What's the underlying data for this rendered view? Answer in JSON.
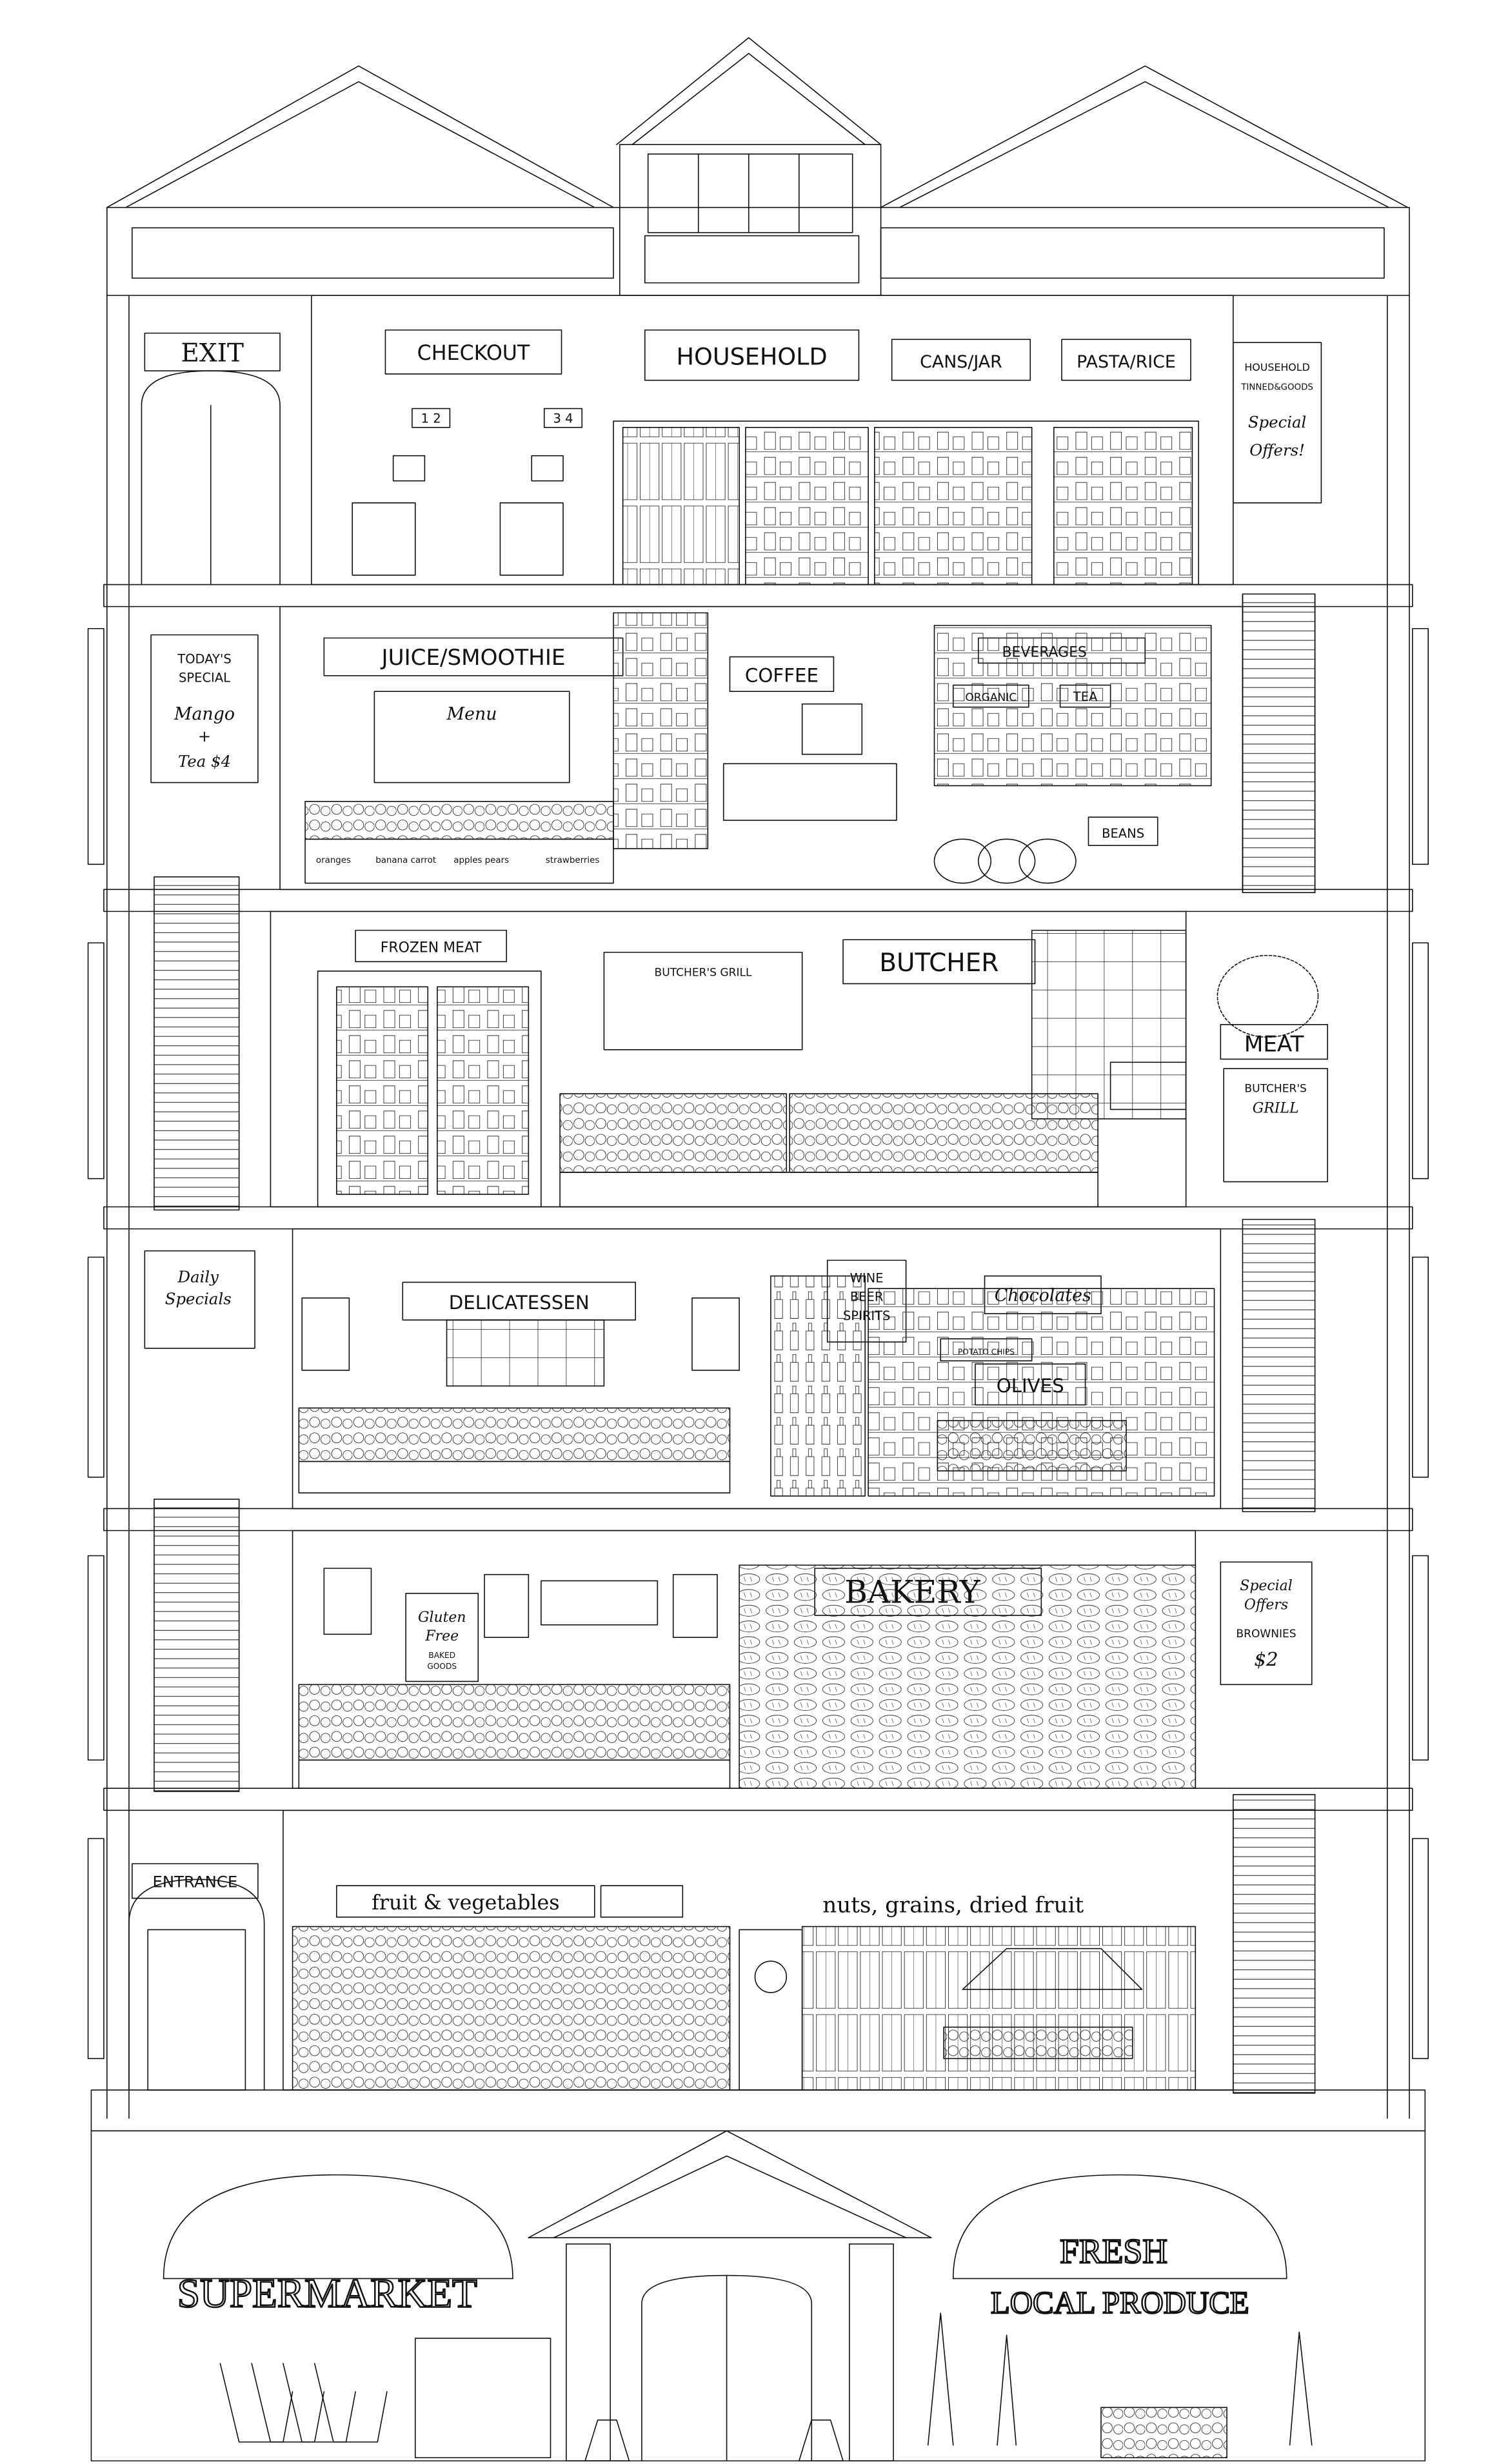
{
  "colors": {
    "ink": "#111111",
    "paper": "#ffffff"
  },
  "floor6": {
    "exit": "EXIT",
    "checkout": "CHECKOUT",
    "household": "HOUSEHOLD",
    "cans_jar": "CANS/JAR",
    "pasta_rice": "PASTA/RICE",
    "register_a": "1 2",
    "register_b": "3 4",
    "poster": [
      "HOUSEHOLD",
      "TINNED&GOODS",
      "Special",
      "Offers!"
    ]
  },
  "floor5": {
    "todays_special": [
      "TODAY'S",
      "SPECIAL",
      "Mango",
      "+",
      "Tea $4"
    ],
    "juice": "JUICE/SMOOTHIE",
    "menu": "Menu",
    "coffee": "COFFEE",
    "beverages": "BEVERAGES",
    "organic": "ORGANIC",
    "tea": "TEA",
    "beans": "BEANS",
    "produce_labels": [
      "oranges",
      "banana carrot",
      "apples pears",
      "strawberries"
    ]
  },
  "floor4": {
    "frozen_meat": "FROZEN MEAT",
    "butchers_grill_menu": "BUTCHER'S GRILL",
    "butcher": "BUTCHER",
    "meat": "MEAT",
    "butchers_grill_poster": [
      "BUTCHER'S",
      "GRILL"
    ]
  },
  "floor3": {
    "daily_specials": [
      "Daily",
      "Specials"
    ],
    "delicatessen": "DELICATESSEN",
    "wine": [
      "WINE",
      "BEER",
      "SPIRITS"
    ],
    "chocolates": "Chocolates",
    "potato_chips": "POTATO CHIPS",
    "olives": "OLIVES"
  },
  "floor2": {
    "gluten_free": [
      "Gluten",
      "Free",
      "BAKED",
      "GOODS"
    ],
    "bakery": "BAKERY",
    "special_offers": [
      "Special",
      "Offers",
      "BROWNIES",
      "$2"
    ]
  },
  "floor1": {
    "entrance": "ENTRANCE",
    "fruit_veg": "fruit & vegetables",
    "nuts": "nuts, grains, dried fruit"
  },
  "ground": {
    "supermarket": "SUPERMARKET",
    "fresh": "FRESH",
    "local_produce": "LOCAL PRODUCE"
  }
}
